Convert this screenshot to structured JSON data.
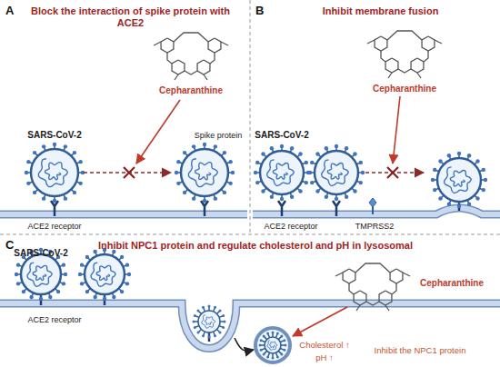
{
  "diagram": {
    "nodes": [
      {
        "text": [
          "A",
          "Block the interaction of spike protein with ACE2"
        ]
      },
      {
        "text": [
          "B",
          "Inhibit membrane fusion"
        ]
      },
      {
        "text": [
          "C",
          "Inhibit NPC1 protein and regulate cholesterol and pH in lysosomal"
        ]
      }
    ],
    "labels": [
      "Cepharanthine",
      "Spike protein",
      "SARS-CoV-2",
      "ACE2 receptor",
      "SARS-CoV-2",
      "Cepharanthine",
      "ACE2 receptor",
      "TMPRSS2",
      "SARS-CoV-2",
      "ACE2 receptor",
      "Cepharanthine",
      "Cholesterol ↑",
      "pH ↑",
      "Inhibit the NPC1 protein"
    ]
  }
}
